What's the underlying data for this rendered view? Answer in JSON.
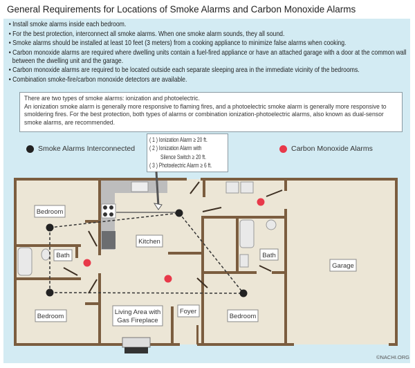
{
  "title": "General Requirements for Locations of Smoke Alarms and Carbon Monoxide Alarms",
  "bullets": [
    "Install smoke alarms inside each bedroom.",
    "For the best protection, interconnect all smoke alarms. When one smoke alarm sounds, they all sound.",
    "Smoke alarms should be installed at least 10 feet (3 meters) from a cooking appliance to minimize false alarms when cooking.",
    "Carbon monoxide alarms are required where dwelling units contain a fuel-fired appliance or have an attached garage with a door at the common wall between the dwelling unit and the garage.",
    "Carbon monoxide alarms are required to be located outside each separate sleeping area in the immediate vicinity of the bedrooms.",
    "Combination smoke-fire/carbon monoxide detectors are available."
  ],
  "info": {
    "line1": "There are two types of smoke alarms: ionization and photoelectric.",
    "line2": "An ionization smoke alarm is generally more responsive to flaming fires, and a photoelectric smoke alarm is generally more responsive to smoldering fires. For the best protection, both types of alarms or combination ionization-photoelectric alarms, also known as dual-sensor smoke alarms, are recommended."
  },
  "legend": {
    "smoke": "Smoke Alarms Interconnected",
    "co": "Carbon Monoxide Alarms",
    "smoke_color": "#222222",
    "co_color": "#e8394a"
  },
  "callout": [
    "( 1 ) Ionization Alarm ≥ 20 ft.",
    "( 2 ) Ionization Alarm with",
    "Silence Switch ≥ 20 ft.",
    "( 3 ) Photoelectric Alarm ≥ 6 ft."
  ],
  "rooms": {
    "bedroom1": "Bedroom",
    "bath1": "Bath",
    "kitchen": "Kitchen",
    "bedroom2": "Bedroom",
    "living1": "Living Area with",
    "living2": "Gas Fireplace",
    "foyer": "Foyer",
    "bath2": "Bath",
    "bedroom3": "Bedroom",
    "garage": "Garage"
  },
  "credit": "©NACHI.ORG"
}
